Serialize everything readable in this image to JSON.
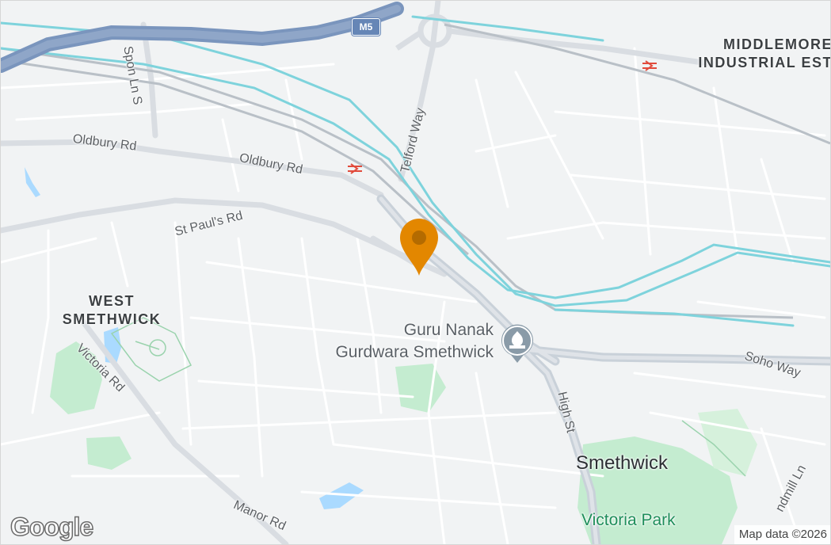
{
  "map": {
    "roads": {
      "spon_ln_s": "Spon Ln S",
      "oldbury_rd_1": "Oldbury Rd",
      "oldbury_rd_2": "Oldbury Rd",
      "telford_way": "Telford Way",
      "st_pauls_rd": "St Paul's Rd",
      "victoria_rd": "Victoria Rd",
      "manor_rd": "Manor Rd",
      "high_st": "High St",
      "soho_way": "Soho Way",
      "windmill_ln": "ndmill Ln",
      "m5": "M5"
    },
    "areas": {
      "middlemore_line1": "MIDDLEMORE",
      "middlemore_line2": "INDUSTRIAL EST",
      "west_smethwick_line1": "WEST",
      "west_smethwick_line2": "SMETHWICK",
      "smethwick": "Smethwick",
      "victoria_park": "Victoria Park"
    },
    "poi": {
      "name_line1": "Guru Nanak",
      "name_line2": "Gurdwara Smethwick",
      "icon": "gurdwara-icon"
    },
    "marker": {
      "icon": "location-pin-icon",
      "color": "#e38700"
    },
    "branding": {
      "logo": "Google",
      "attribution": "Map data ©2026"
    },
    "colors": {
      "background": "#f1f3f4",
      "road": "#ffffff",
      "major_road": "#c9d1d9",
      "motorway": "#7a95bd",
      "canal": "#7ed3dc",
      "park": "#c4ecd0",
      "water": "#aadaff",
      "rail_icon": "#e14b3c"
    }
  }
}
